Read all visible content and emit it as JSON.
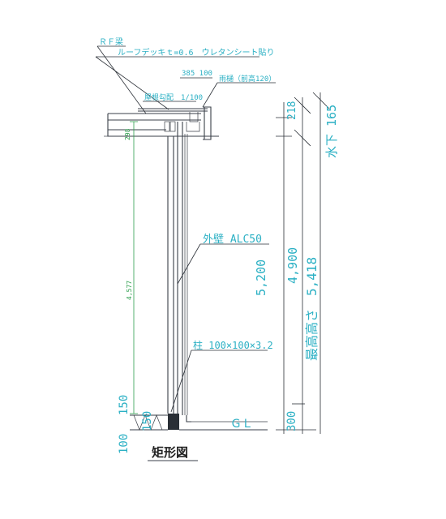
{
  "title": "矩形図",
  "annotations": {
    "rf_beam": "ＲＦ梁",
    "roof_deck": "ルーフデッキｔ=0.6　ウレタンシート貼り",
    "gutter_dims": "385 100",
    "gutter": "雨樋（前高120）",
    "roof_slope": "屋根勾配　1/100",
    "outer_wall": "外壁 ALC50",
    "column": "柱 100×100×3.2",
    "gl": "ＧＬ"
  },
  "dimensions": {
    "beam_depth": "298",
    "column_height": "4,577",
    "total_height": "5,200",
    "top_218": "218",
    "mid_4900": "4,900",
    "max_height": "最高高さ　5,418",
    "bottom_300": "300",
    "water_165": "水下 165",
    "base_150a": "150",
    "base_150b": "150",
    "base_100": "100"
  }
}
